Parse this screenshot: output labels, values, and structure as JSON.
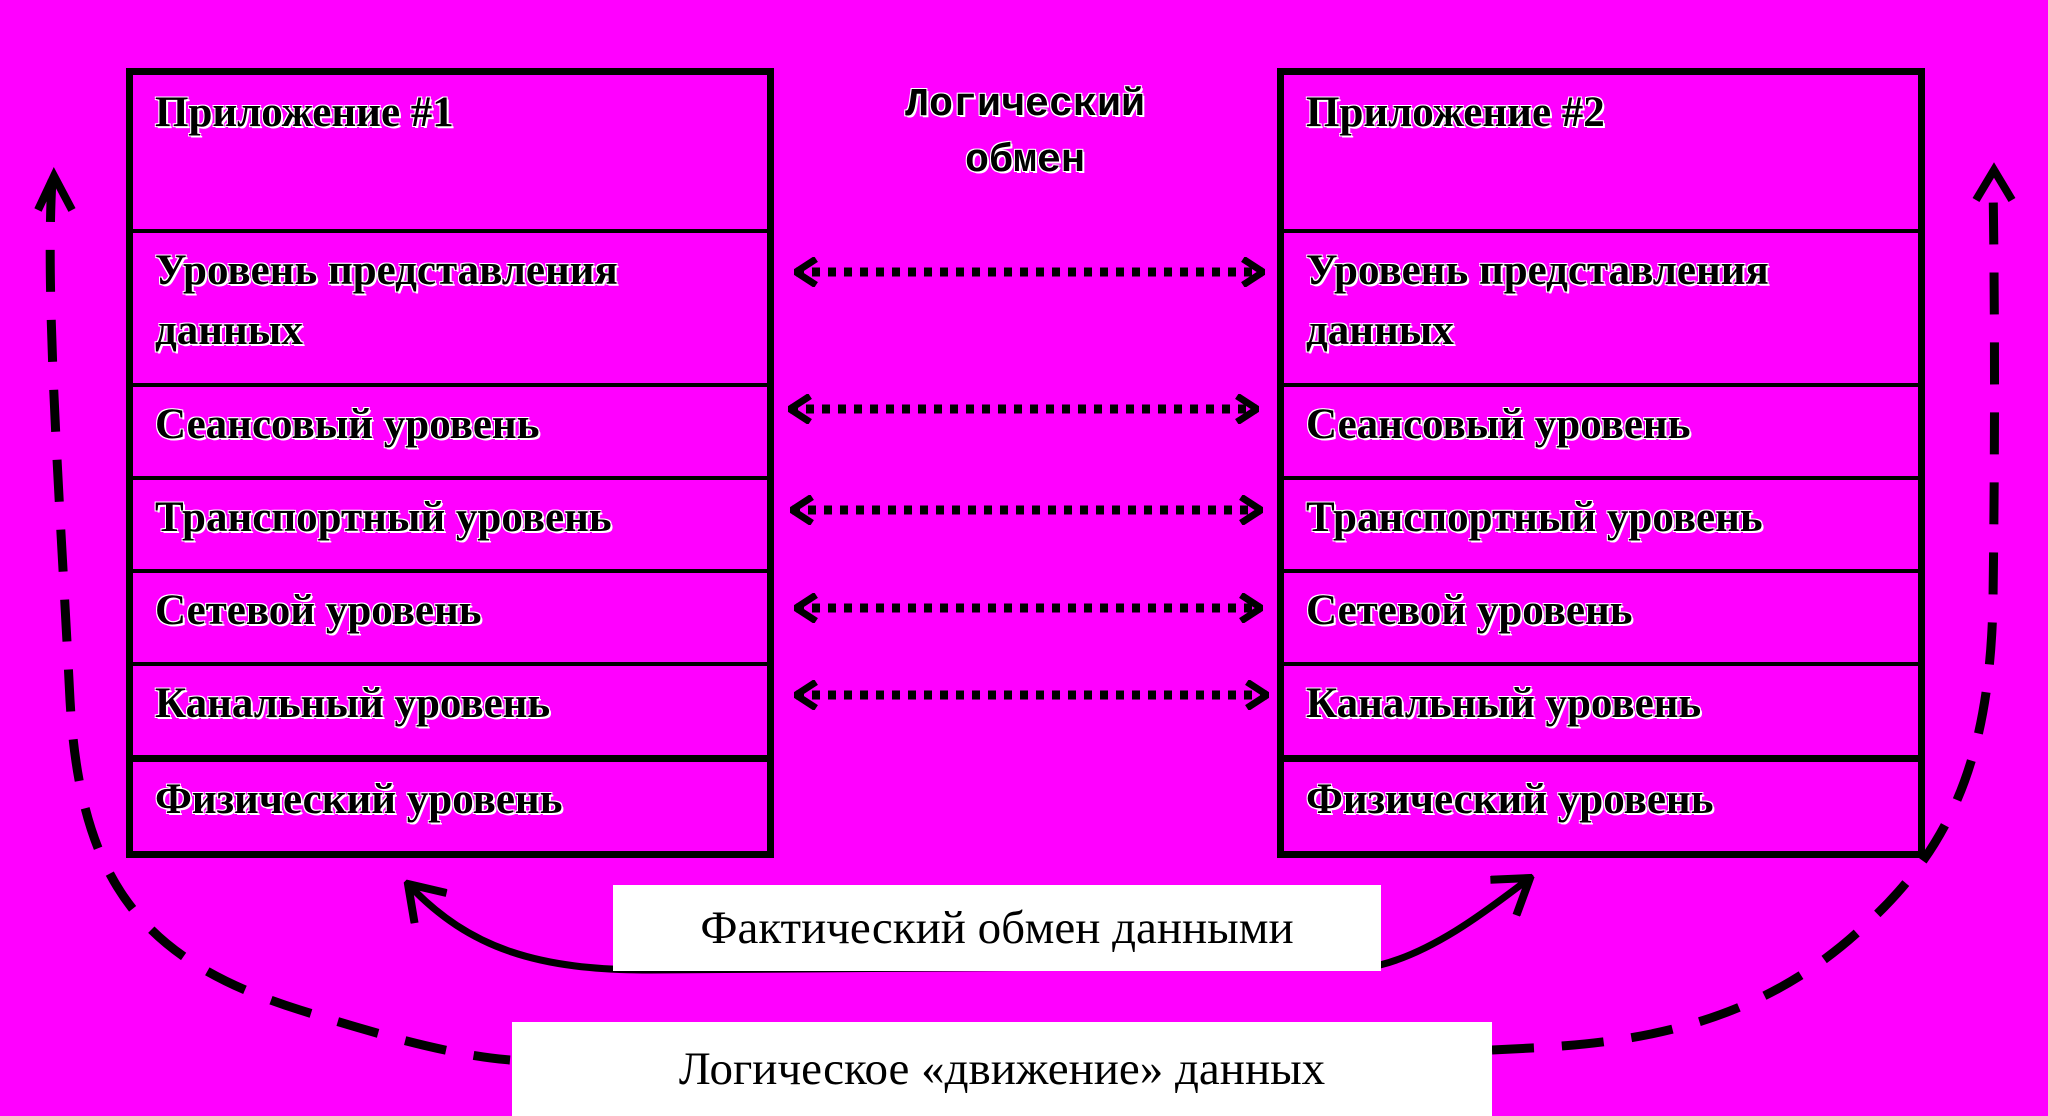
{
  "center": {
    "logical_exchange": "Логический\nобмен"
  },
  "left_stack": {
    "layers": [
      "Приложение #1",
      "Уровень представления данных",
      "Сеансовый уровень",
      "Транспортный уровень",
      "Сетевой уровень",
      "Канальный уровень",
      "Физический уровень"
    ]
  },
  "right_stack": {
    "layers": [
      "Приложение #2",
      "Уровень представления данных",
      "Сеансовый уровень",
      "Транспортный уровень",
      "Сетевой уровень",
      "Канальный уровень",
      "Физический уровень"
    ]
  },
  "bottom": {
    "actual_exchange": "Фактический обмен данными",
    "logical_movement": "Логическое «движение» данных"
  },
  "colors": {
    "background": "#ff00ff",
    "border": "#000000",
    "label_box": "#ffffff"
  }
}
